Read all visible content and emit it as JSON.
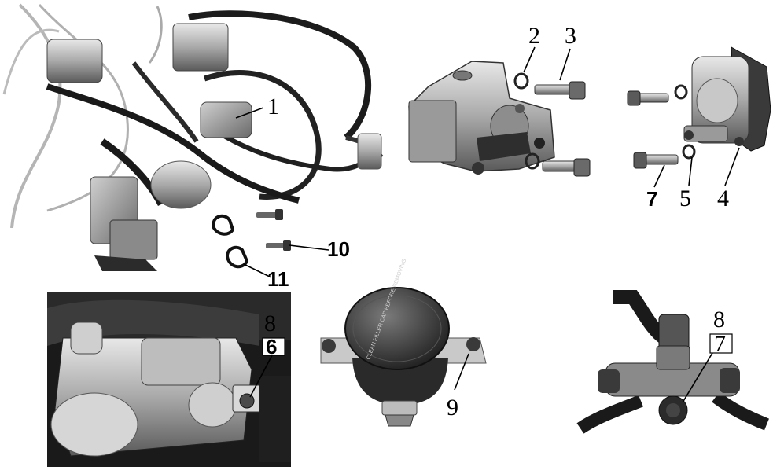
{
  "panels": {
    "harness_assembly": {
      "callouts": {
        "p1": "1",
        "p10": "10",
        "p11": "11"
      }
    },
    "caliper": {
      "callouts": {
        "p2": "2",
        "p3": "3"
      }
    },
    "caliper_bracket": {
      "callouts": {
        "p4": "4",
        "p5": "5",
        "p7": "7"
      }
    },
    "master_cylinder_photo": {
      "callouts": {
        "p8": "8",
        "p6": "6"
      }
    },
    "reservoir_cap": {
      "callouts": {
        "p9": "9"
      },
      "cap_text": "CLEAN FILLER CAP BEFORE REMOVING"
    },
    "tee_junction_photo": {
      "callouts": {
        "p8": "8",
        "p7": "7"
      }
    }
  }
}
